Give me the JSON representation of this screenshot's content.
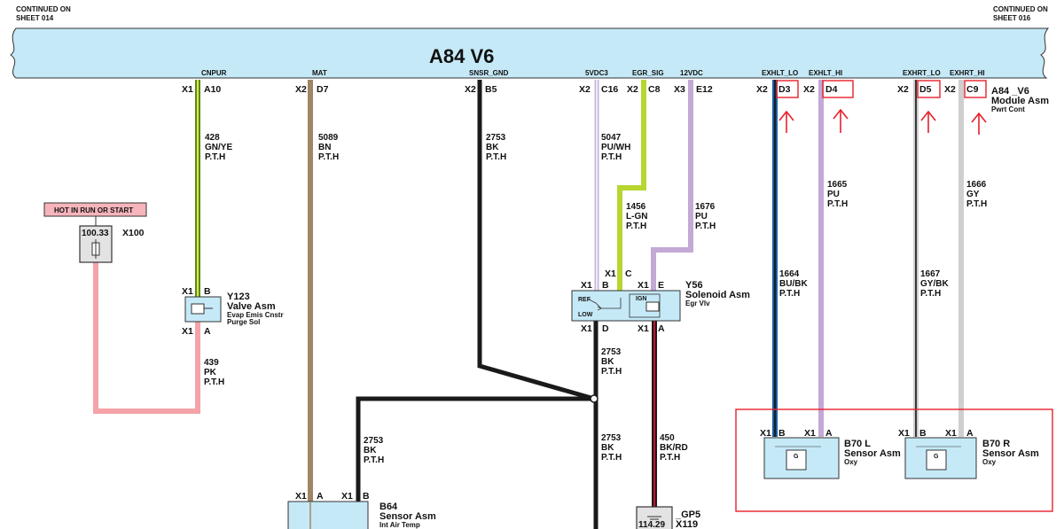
{
  "header": {
    "left": [
      "CONTINUED ON",
      "SHEET 014"
    ],
    "right": [
      "CONTINUED ON",
      "SHEET 016"
    ]
  },
  "module": {
    "title": "A84 V6",
    "label": [
      "A84 _V6",
      "Module Asm",
      "Pwrt Cont"
    ],
    "color": "#c5e9f7"
  },
  "signals": {
    "cnpur": "CNPUR",
    "mat": "MAT",
    "snsr_gnd": "SNSR_GND",
    "vdc5": "5VDC3",
    "egr_sig": "EGR_SIG",
    "vdc12": "12VDC",
    "exhlt_lo": "EXHLT_LO",
    "exhlt_hi": "EXHLT_HI",
    "exhrt_lo": "EXHRT_LO",
    "exhrt_hi": "EXHRT_HI"
  },
  "module_pins": {
    "a10": [
      "X1",
      "A10"
    ],
    "d7": [
      "X2",
      "D7"
    ],
    "b5": [
      "X2",
      "B5"
    ],
    "c16": [
      "X2",
      "C16"
    ],
    "c8": [
      "X2",
      "C8"
    ],
    "e12": [
      "X3",
      "E12"
    ],
    "d3": [
      "X2",
      "D3"
    ],
    "d4": [
      "X2",
      "D4"
    ],
    "d5": [
      "X2",
      "D5"
    ],
    "c9": [
      "X2",
      "C9"
    ]
  },
  "wires": {
    "w428": [
      "428",
      "GN/YE",
      "P.T.H"
    ],
    "w5089": [
      "5089",
      "BN",
      "P.T.H"
    ],
    "w2753a": [
      "2753",
      "BK",
      "P.T.H"
    ],
    "w5047": [
      "5047",
      "PU/WH",
      "P.T.H"
    ],
    "w1456": [
      "1456",
      "L-GN",
      "P.T.H"
    ],
    "w1676": [
      "1676",
      "PU",
      "P.T.H"
    ],
    "w1665": [
      "1665",
      "PU",
      "P.T.H"
    ],
    "w1666": [
      "1666",
      "GY",
      "P.T.H"
    ],
    "w1664": [
      "1664",
      "BU/BK",
      "P.T.H"
    ],
    "w1667": [
      "1667",
      "GY/BK",
      "P.T.H"
    ],
    "w439": [
      "439",
      "PK",
      "P.T.H"
    ],
    "w2753b": [
      "2753",
      "BK",
      "P.T.H"
    ],
    "w2753c": [
      "2753",
      "BK",
      "P.T.H"
    ],
    "w2753d": [
      "2753",
      "BK",
      "P.T.H"
    ],
    "w450": [
      "450",
      "BK/RD",
      "P.T.H"
    ]
  },
  "hot_in_run": "HOT IN RUN OR START",
  "fuse": {
    "value": "100.33",
    "connector": "X100"
  },
  "y123": {
    "name": [
      "Y123",
      "Valve Asm",
      "Evap Emis Cnstr",
      "Purge Sol"
    ],
    "pin_b": [
      "X1",
      "B"
    ],
    "pin_a": [
      "X1",
      "A"
    ]
  },
  "y56": {
    "name": [
      "Y56",
      "Solenoid Asm",
      "Egr Vlv"
    ],
    "pin_b": [
      "X1",
      "B"
    ],
    "pin_c": [
      "X1",
      "C"
    ],
    "pin_e": [
      "X1",
      "E"
    ],
    "pin_d": [
      "X1",
      "D"
    ],
    "pin_a": [
      "X1",
      "A"
    ],
    "ref": "REF",
    "low": "LOW",
    "ign": "IGN"
  },
  "b70l": {
    "name": [
      "B70  L",
      "Sensor Asm",
      "Oxy"
    ],
    "pin_b": [
      "X1",
      "B"
    ],
    "pin_a": [
      "X1",
      "A"
    ],
    "g": "G"
  },
  "b70r": {
    "name": [
      "B70  R",
      "Sensor Asm",
      "Oxy"
    ],
    "pin_b": [
      "X1",
      "B"
    ],
    "pin_a": [
      "X1",
      "A"
    ],
    "g": "G"
  },
  "b64": {
    "name": [
      "B64",
      "Sensor Asm",
      "Int Air Temp"
    ],
    "pin_a": [
      "X1",
      "A"
    ],
    "pin_b": [
      "X1",
      "B"
    ]
  },
  "gp5": {
    "name": [
      "_GP5",
      "X119"
    ],
    "value": "114.29"
  },
  "colors": {
    "gn_ye": "#8dc63f",
    "bn": "#a08466",
    "bk": "#1a1a1a",
    "pu_wh": "#c9b3dc",
    "l_gn": "#b7d630",
    "pu": "#c3a9d6",
    "bu": "#1d5f9e",
    "gy": "#cfcfcf",
    "pk": "#f4a3a8",
    "rd": "#c8102e",
    "box_fill": "#c5e9f7",
    "hot_fill": "#f6b4bb",
    "annotation": "#e8202a"
  }
}
